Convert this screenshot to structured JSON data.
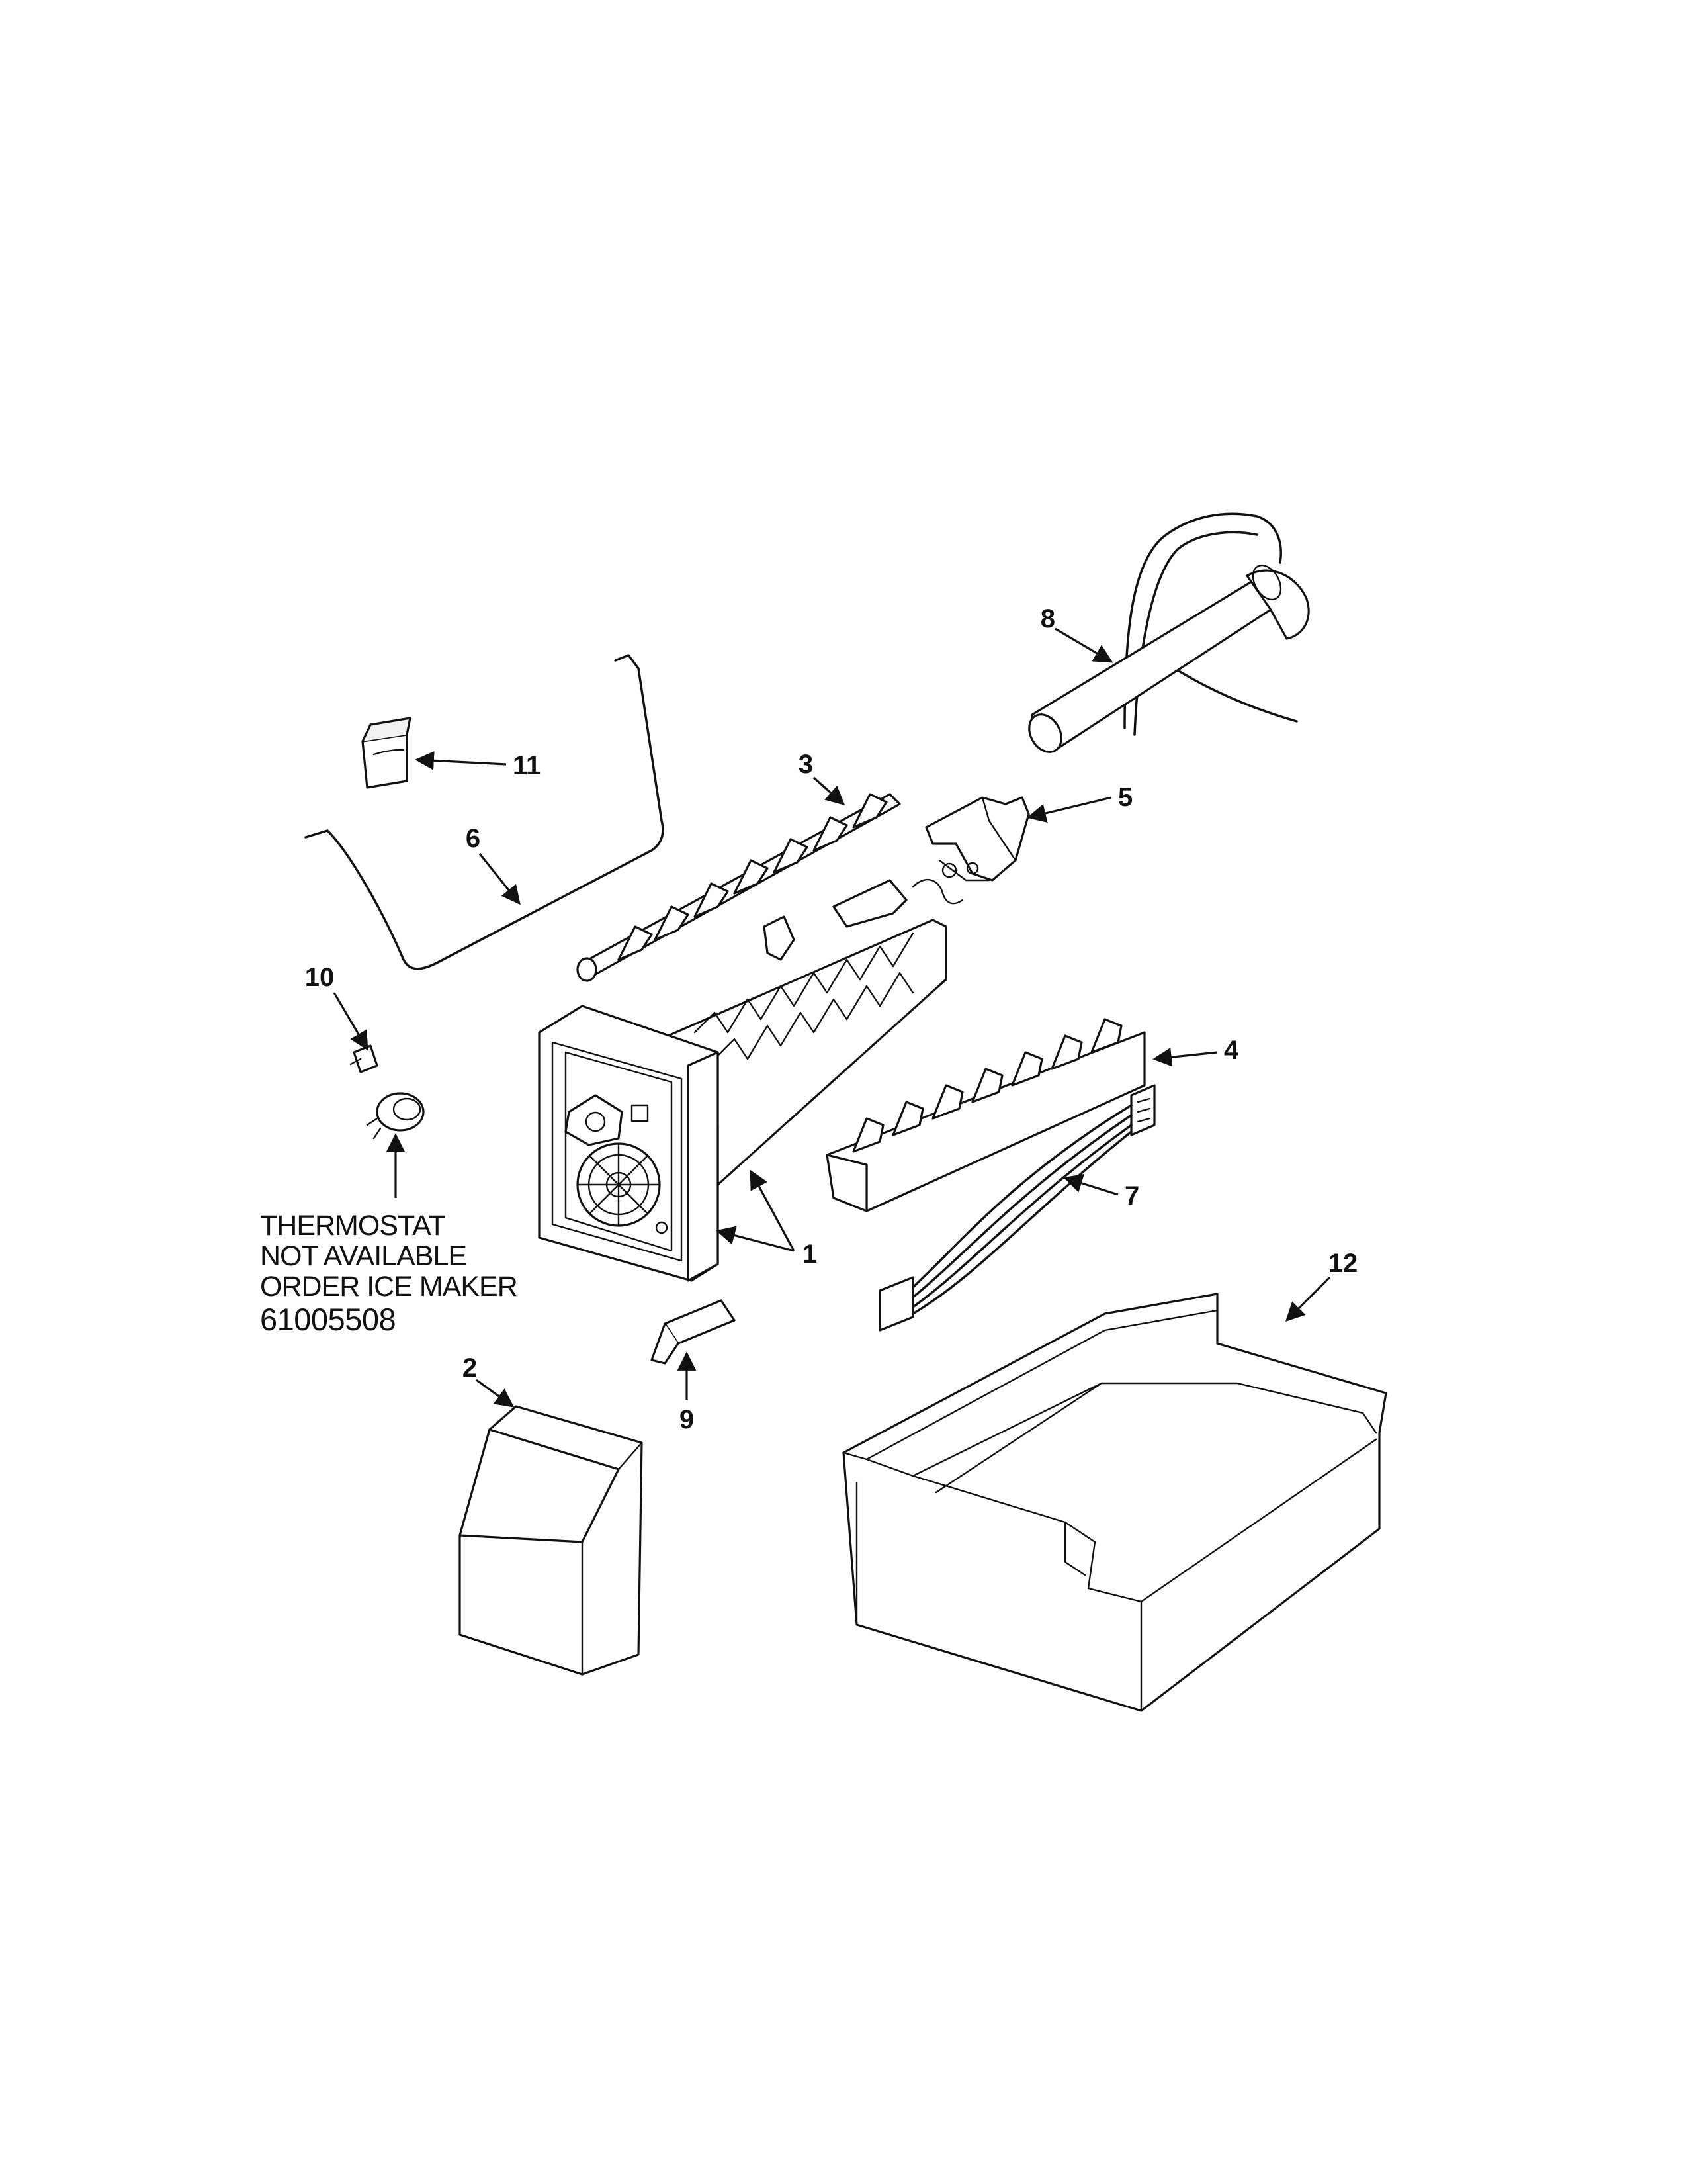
{
  "callouts": {
    "c1": "1",
    "c2": "2",
    "c3": "3",
    "c4": "4",
    "c5": "5",
    "c6": "6",
    "c7": "7",
    "c8": "8",
    "c9": "9",
    "c10": "10",
    "c11": "11",
    "c12": "12"
  },
  "note": {
    "line1": "THERMOSTAT",
    "line2": "NOT AVAILABLE",
    "line3": "ORDER ICE MAKER",
    "part_number": "61005508"
  }
}
